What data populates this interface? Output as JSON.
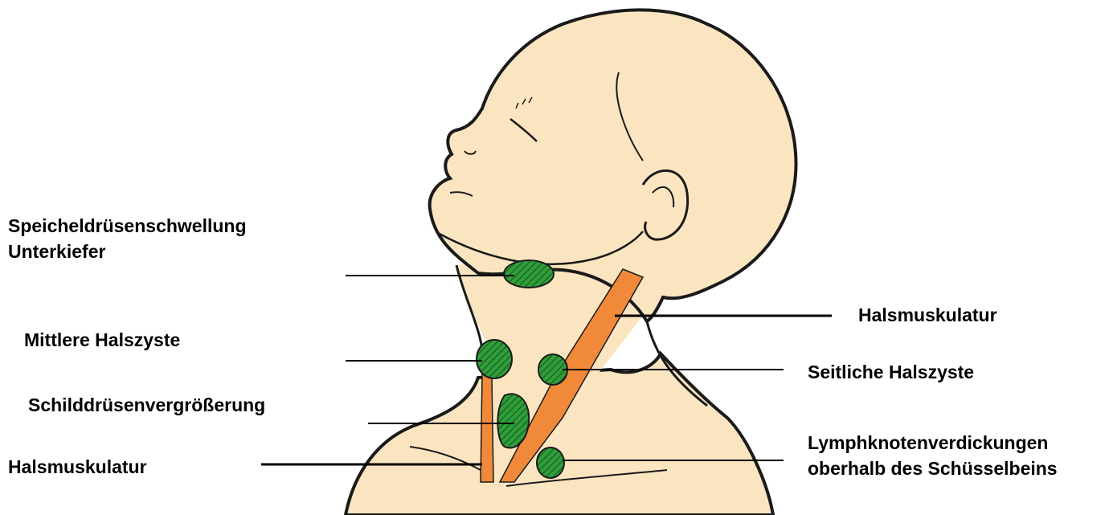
{
  "labels": {
    "salivary_line1": "Speicheldrüsenschwellung",
    "salivary_line2": "Unterkiefer",
    "median_cyst": "Mittlere Halszyste",
    "thyroid": "Schilddrüsenvergrößerung",
    "muscle_left": "Halsmuskulatur",
    "muscle_right": "Halsmuskulatur",
    "lateral_cyst": "Seitliche Halszyste",
    "lymph_line1": "Lymphknotenverdickungen",
    "lymph_line2": "oberhalb des Schüsselbeins"
  },
  "colors": {
    "skin": "#fbe5c0",
    "outline": "#1a1a1a",
    "muscle": "#f08a3a",
    "lesion": "#2f9e3a",
    "hatch": "#0d3d12",
    "text": "#000000"
  }
}
